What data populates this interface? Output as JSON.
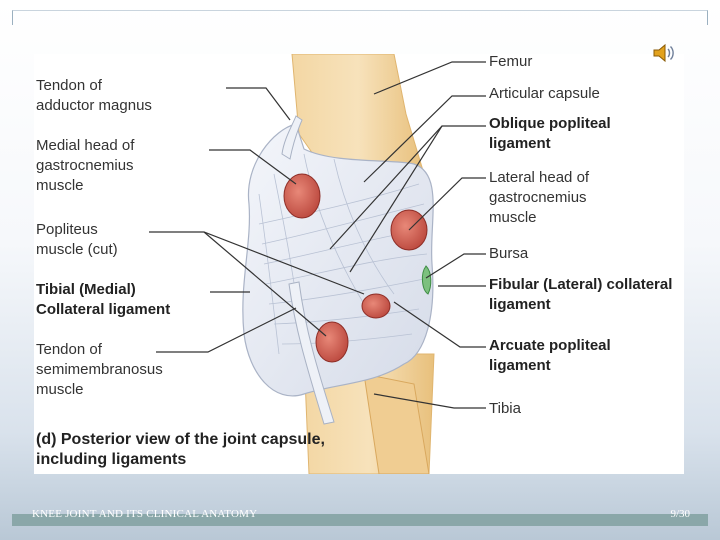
{
  "labels": {
    "femur": "Femur",
    "articular_capsule": "Articular capsule",
    "oblique_popliteal": "Oblique popliteal\nligament",
    "lateral_gastrocnemius": "Lateral head of\ngastrocnemius\nmuscle",
    "bursa": "Bursa",
    "fibular_collateral": "Fibular (Lateral) collateral\nligament",
    "arcuate_popliteal": "Arcuate popliteal\nligament",
    "tibia": "Tibia",
    "adductor_magnus": "Tendon of\nadductor magnus",
    "medial_gastrocnemius": "Medial head of\ngastrocnemius\nmuscle",
    "popliteus": "Popliteus\nmuscle (cut)",
    "tibial_collateral": "Tibial (Medial)\nCollateral ligament",
    "semimembranosus": "Tendon of\nsemimembranosus\nmuscle"
  },
  "caption": "(d) Posterior view of the joint capsule,\nincluding ligaments",
  "footer": {
    "title": "KNEE JOINT AND ITS CLINICAL ANATOMY",
    "page": "9/30"
  },
  "icons": {
    "audio": "speaker-icon"
  }
}
